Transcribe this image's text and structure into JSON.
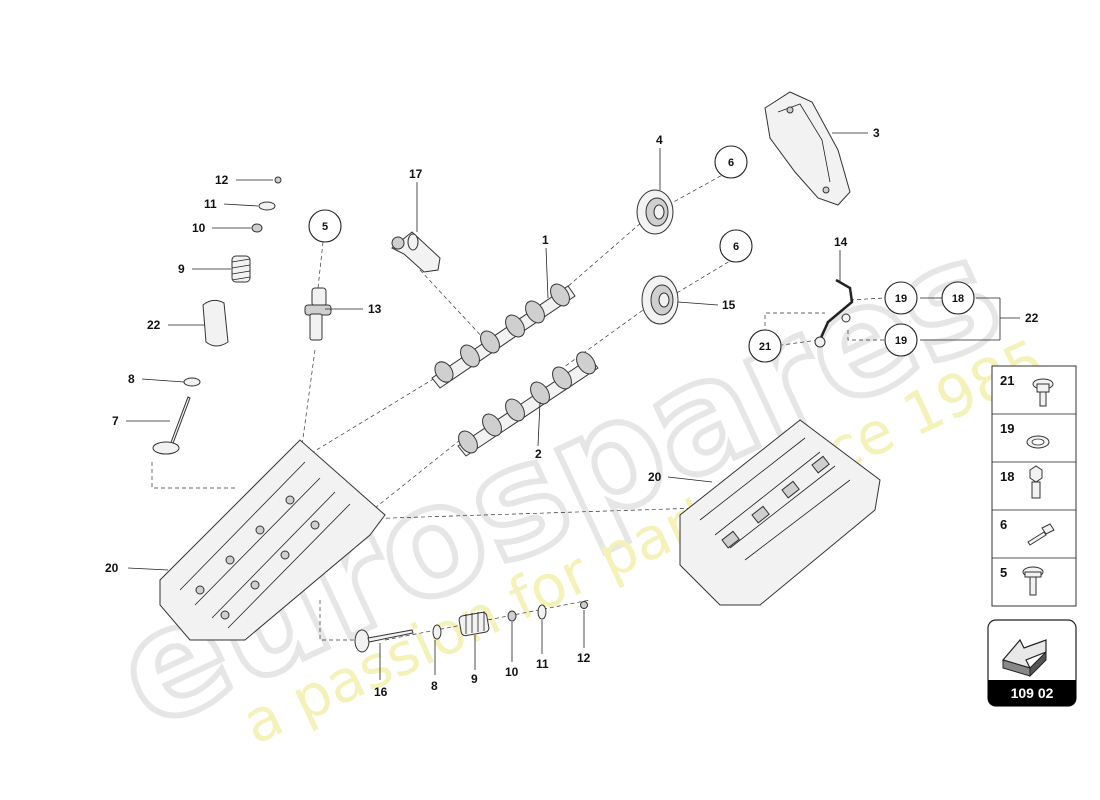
{
  "watermark": {
    "logo": "eurospares",
    "tagline": "a passion for parts since 1985"
  },
  "callouts": {
    "left_valve": {
      "c12": "12",
      "c11": "11",
      "c10": "10",
      "c9": "9",
      "c22": "22",
      "c8": "8",
      "c7": "7"
    },
    "c5_top": "5",
    "c13": "13",
    "c17": "17",
    "c1": "1",
    "c2": "2",
    "c4": "4",
    "c6_top": "6",
    "c6_mid": "6",
    "c15": "15",
    "c3": "3",
    "c14": "14",
    "c19_top": "19",
    "c19_bot": "19",
    "c18": "18",
    "c21": "21",
    "c22_right": "22",
    "c20_left": "20",
    "c20_right": "20",
    "bottom_valve": {
      "c16": "16",
      "c8": "8",
      "c9": "9",
      "c10": "10",
      "c11": "11",
      "c12": "12"
    }
  },
  "legend": [
    {
      "num": "21",
      "icon": "flange-bolt-icon"
    },
    {
      "num": "19",
      "icon": "sealing-ring-icon"
    },
    {
      "num": "18",
      "icon": "banjo-bolt-icon"
    },
    {
      "num": "6",
      "icon": "hex-bolt-icon"
    },
    {
      "num": "5",
      "icon": "torx-bolt-icon"
    }
  ],
  "section_code": "109 02"
}
